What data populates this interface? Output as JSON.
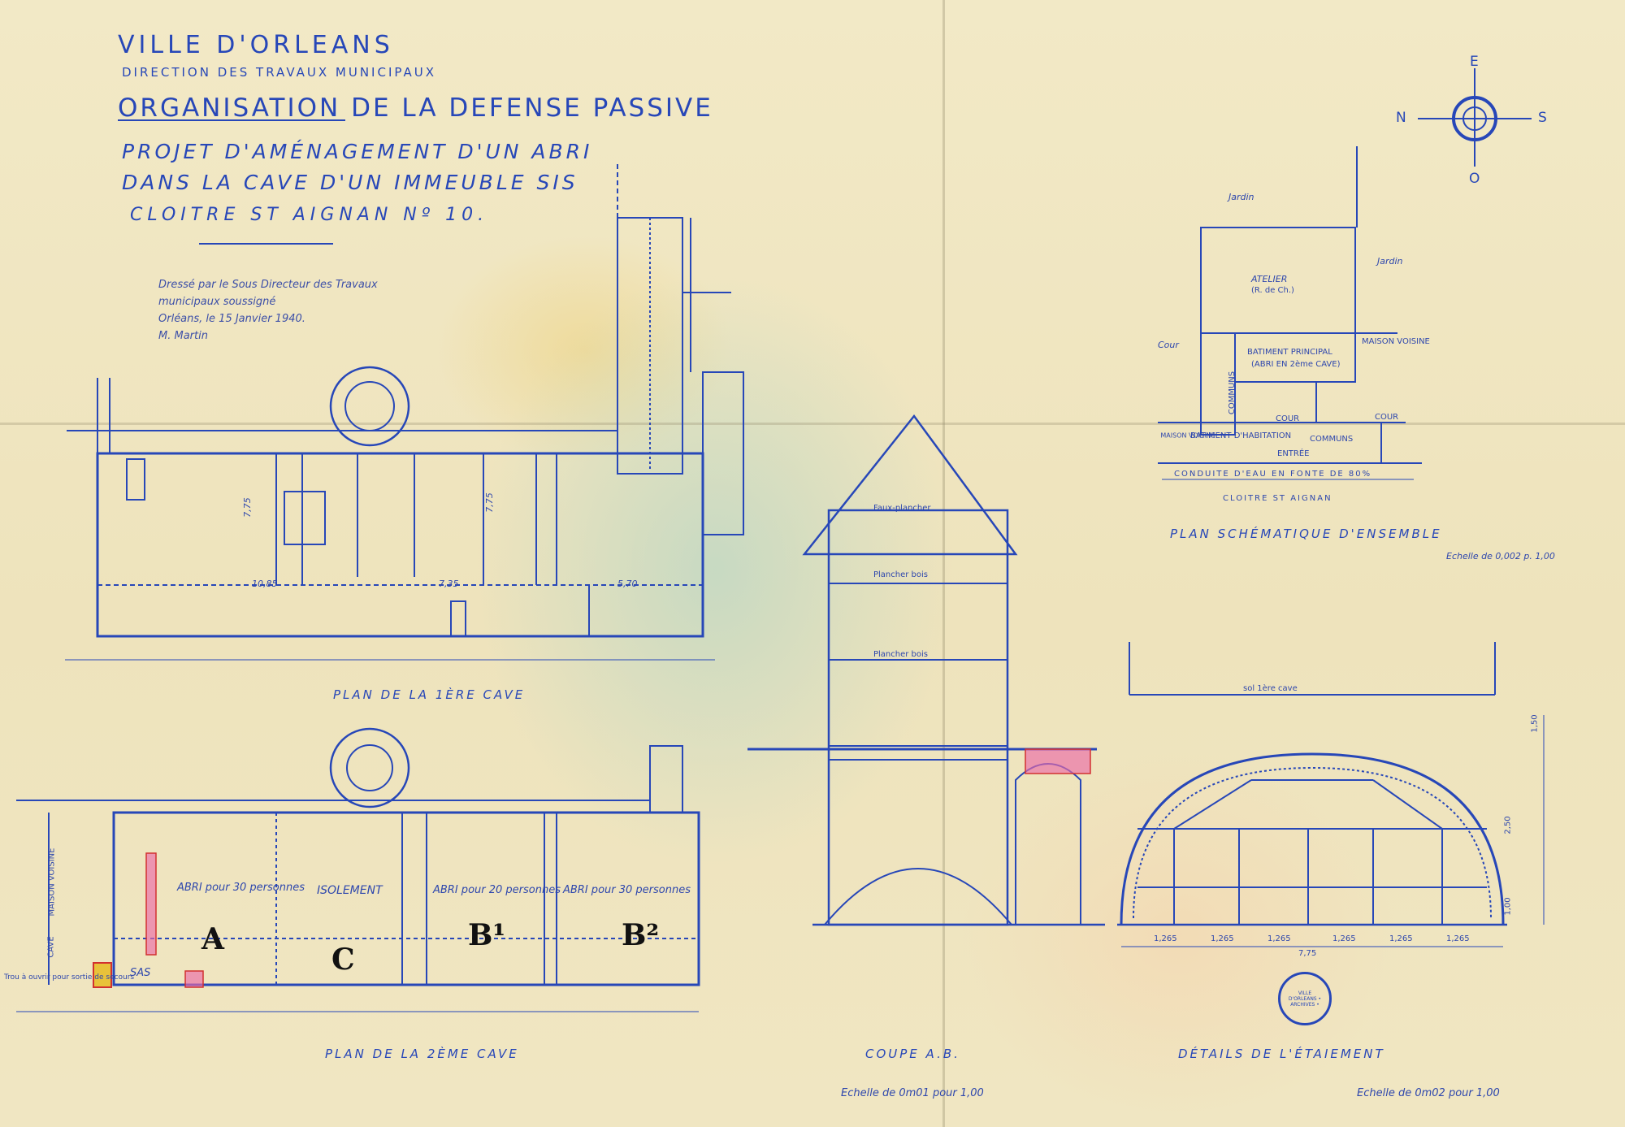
{
  "title_block": {
    "city": "VILLE D'ORLEANS",
    "direction": "DIRECTION DES TRAVAUX MUNICIPAUX",
    "organisation": "ORGANISATION DE LA DEFENSE PASSIVE",
    "project_line1": "PROJET D'AMÉNAGEMENT D'UN ABRI",
    "project_line2": "DANS LA CAVE D'UN IMMEUBLE SIS",
    "project_line3": "CLOITRE ST AIGNAN Nº 10.",
    "signature": "Dressé par le Sous Directeur des Travaux\nmunicipaux soussigné\nOrléans, le 15 Janvier 1940.\nM. Martin"
  },
  "compass": {
    "north": "N",
    "south": "S",
    "east": "E",
    "west": "O"
  },
  "drawings": {
    "plan_1ere_cave": "PLAN DE LA 1ÈRE CAVE",
    "plan_2eme_cave": "PLAN DE LA 2ÈME CAVE",
    "coupe": "COUPE A.B.",
    "details": "DÉTAILS DE L'ÉTAIEMENT",
    "plan_ensemble": "PLAN SCHÉMATIQUE D'ENSEMBLE",
    "cloitre": "CLOITRE ST AIGNAN",
    "conduite": "CONDUITE D'EAU EN FONTE DE 80%",
    "scale_ensemble": "Echelle de 0,002 p. 1,00",
    "scale_coupe": "Echelle de 0m01 pour 1,00",
    "scale_details": "Echelle de 0m02 pour 1,00"
  },
  "site_plan_labels": {
    "jardin_top": "Jardin",
    "jardin_right": "Jardin",
    "atelier": "ATELIER",
    "atelier_sub": "(R. de Ch.)",
    "batiment_principal": "BATIMENT PRINCIPAL",
    "abri_2eme": "(ABRI EN 2ème CAVE)",
    "maison_voisine": "MAISON VOISINE",
    "cour_left": "Cour",
    "cour_mid": "COUR",
    "cour_right": "COUR",
    "communs_left": "COMMUNS",
    "communs_right": "COMMUNS",
    "batiment_habitation": "BATIMENT D'HABITATION",
    "maison_voisine_left": "MAISON VOISINE",
    "entree": "ENTRÉE"
  },
  "plan_2_labels": {
    "abri_a": "ABRI pour 30 personnes",
    "isolement": "ISOLEMENT",
    "abri_b1": "ABRI pour 20 personnes",
    "abri_b2": "ABRI pour 30 personnes",
    "sas": "SAS",
    "letter_a": "A",
    "letter_c": "C",
    "letter_b1": "B¹",
    "letter_b2": "B²",
    "maison_voisine": "MAISON VOISINE",
    "cave": "CAVE",
    "trou": "Trou à ouvrir pour sortie de secours"
  },
  "plan_1_dims": {
    "width_total": "10,85",
    "mid": "7,35",
    "right": "5,70",
    "height_left": "7,75",
    "height_mid": "7,75"
  },
  "coupe_labels": {
    "faux_plancher": "Faux-plancher",
    "plancher_bois_1": "Plancher bois",
    "plancher_bois_2": "Plancher bois",
    "sol_cave": "sol 1ère cave"
  },
  "detail_dims": {
    "spacing": [
      "1,265",
      "1,265",
      "1,265",
      "1,265",
      "1,265",
      "1,265"
    ],
    "total_width": "7,75",
    "heights": [
      "1,50",
      "2,50",
      "1,00"
    ]
  },
  "stamp": "VILLE D'ORLEANS • ARCHIVES •",
  "colors": {
    "ink": "#2747b8",
    "paper": "#efe6c4",
    "pink": "#e96aa8",
    "red": "#d23030"
  }
}
